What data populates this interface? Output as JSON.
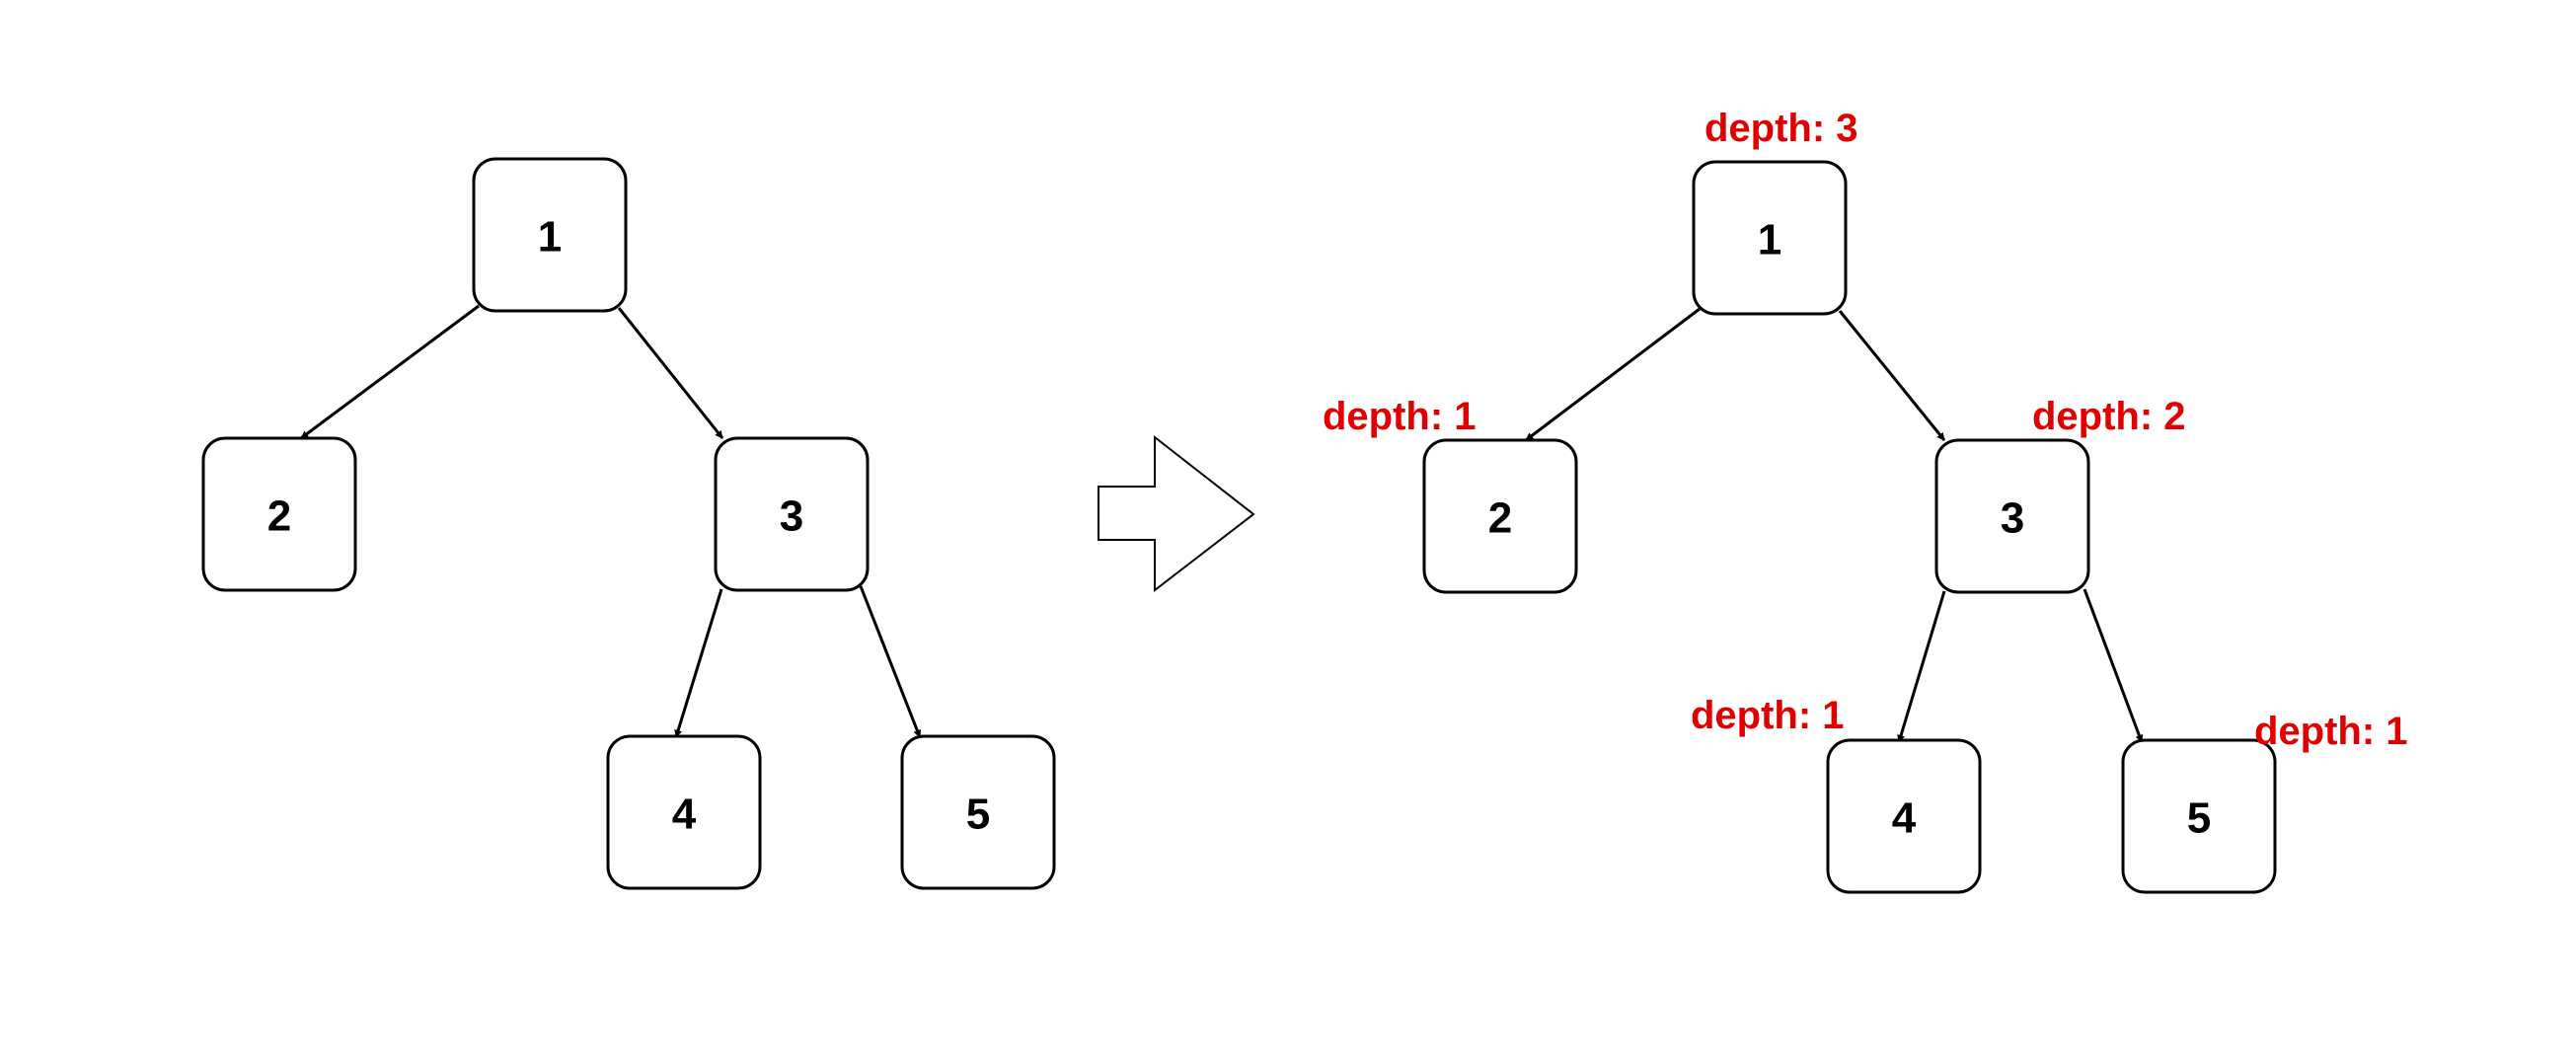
{
  "colors": {
    "depth_label": "#e00000",
    "node_stroke": "#000000",
    "node_fill": "#ffffff"
  },
  "left_tree": {
    "nodes": [
      {
        "id": "1",
        "label": "1"
      },
      {
        "id": "2",
        "label": "2"
      },
      {
        "id": "3",
        "label": "3"
      },
      {
        "id": "4",
        "label": "4"
      },
      {
        "id": "5",
        "label": "5"
      }
    ],
    "edges": [
      {
        "from": "1",
        "to": "2"
      },
      {
        "from": "1",
        "to": "3"
      },
      {
        "from": "3",
        "to": "4"
      },
      {
        "from": "3",
        "to": "5"
      }
    ]
  },
  "transform_arrow": {
    "icon": "right-arrow-outline-icon"
  },
  "right_tree": {
    "nodes": [
      {
        "id": "1",
        "label": "1",
        "depth_label": "depth: 3"
      },
      {
        "id": "2",
        "label": "2",
        "depth_label": "depth: 1"
      },
      {
        "id": "3",
        "label": "3",
        "depth_label": "depth: 2"
      },
      {
        "id": "4",
        "label": "4",
        "depth_label": "depth: 1"
      },
      {
        "id": "5",
        "label": "5",
        "depth_label": "depth: 1"
      }
    ],
    "edges": [
      {
        "from": "1",
        "to": "2"
      },
      {
        "from": "1",
        "to": "3"
      },
      {
        "from": "3",
        "to": "4"
      },
      {
        "from": "3",
        "to": "5"
      }
    ]
  }
}
